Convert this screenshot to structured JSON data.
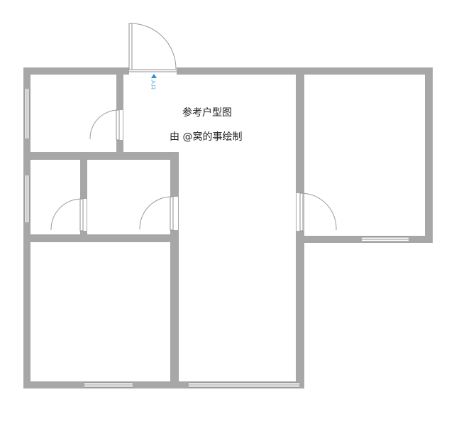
{
  "plan": {
    "title": "参考户型图",
    "credit": "由 @窝的事绘制",
    "entrance_label": "入口",
    "colors": {
      "wall": "#a7a7a7",
      "entrance_marker": "#2a8fd0",
      "background": "#ffffff"
    }
  }
}
